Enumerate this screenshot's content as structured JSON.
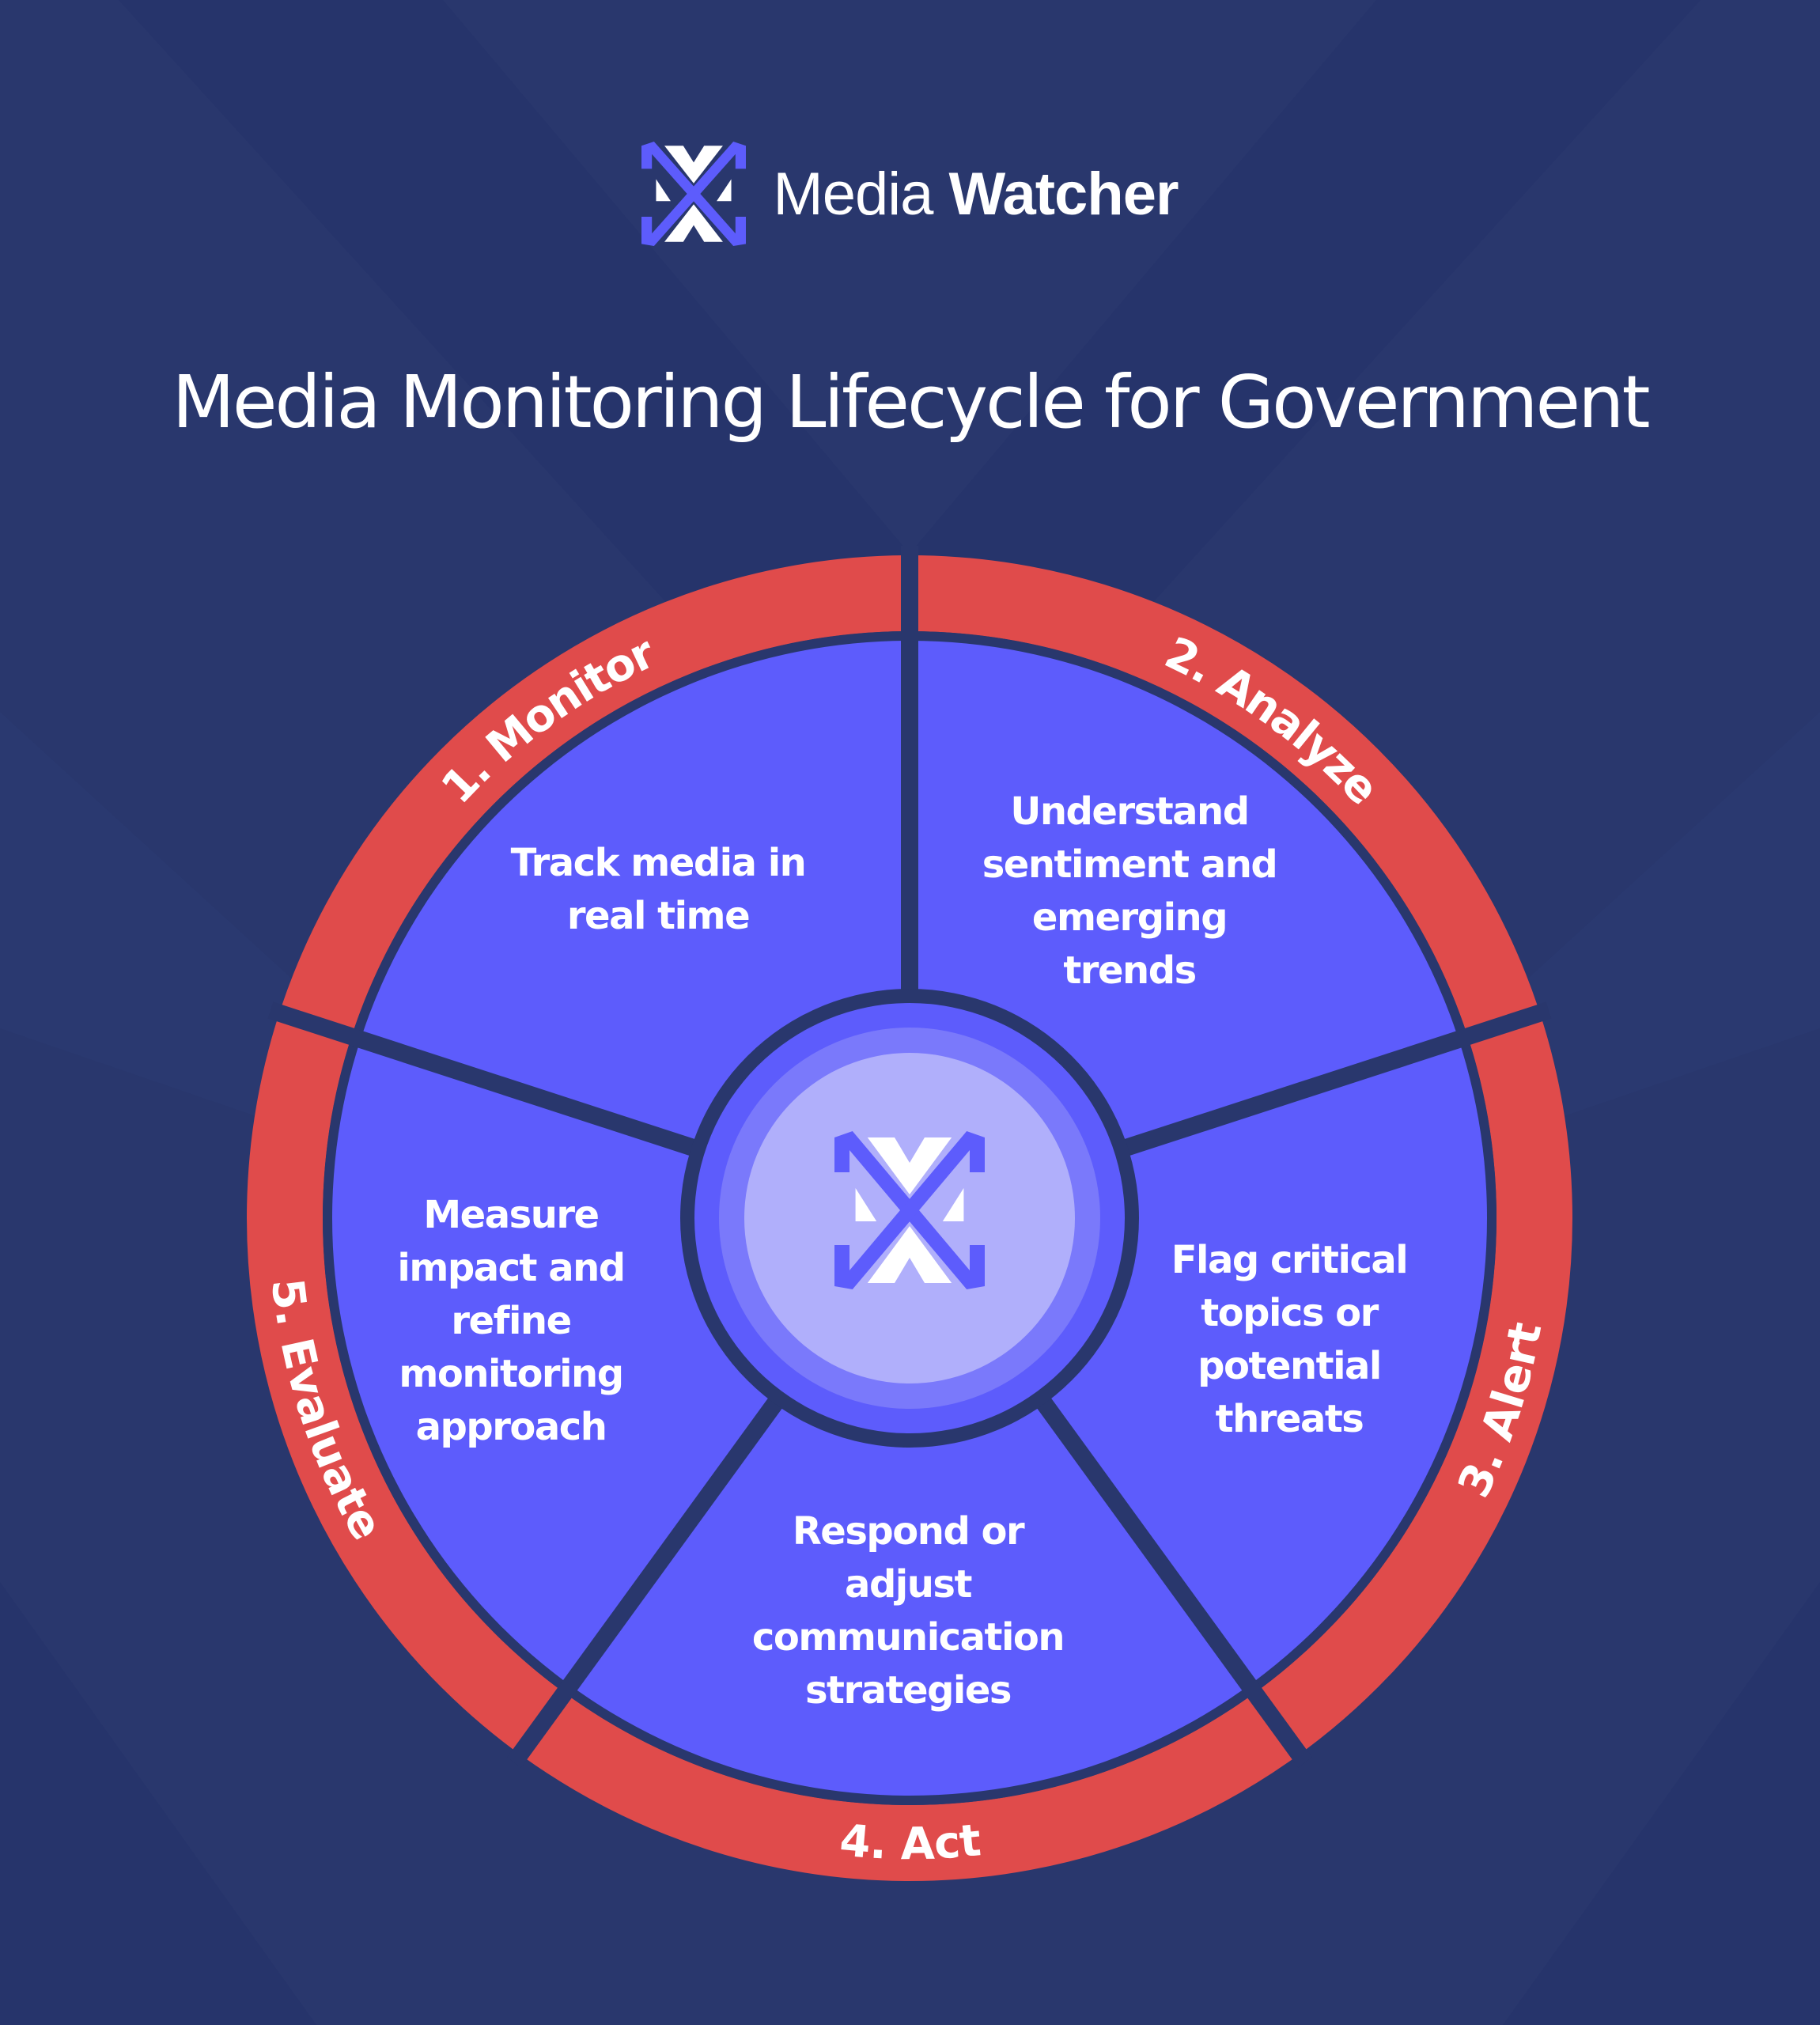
{
  "brand": {
    "name_light": "Media",
    "name_bold": "Watcher",
    "logo_icon": "media-watcher-x-arrows-icon"
  },
  "title": "Media Monitoring Lifecycle for Government",
  "colors": {
    "background": "#29376d",
    "background_band": "#26336a",
    "segment": "#5d5cfc",
    "ring": "#e04b4b",
    "divider": "#29376d",
    "hub_mid": "#7a79fb",
    "hub_light": "#b0affb",
    "logo_purple": "#5d5cfc",
    "text": "#ffffff"
  },
  "cycle": {
    "center_icon": "media-watcher-x-arrows-icon",
    "stages": [
      {
        "number": 1,
        "label": "1. Monitor",
        "description_lines": [
          "Track media in",
          "real time"
        ]
      },
      {
        "number": 2,
        "label": "2. Analyze",
        "description_lines": [
          "Understand",
          "sentiment and",
          "emerging",
          "trends"
        ]
      },
      {
        "number": 3,
        "label": "3. Alert",
        "description_lines": [
          "Flag critical",
          "topics or",
          "potential",
          "threats"
        ]
      },
      {
        "number": 4,
        "label": "4. Act",
        "description_lines": [
          "Respond or",
          "adjust",
          "communication",
          "strategies"
        ]
      },
      {
        "number": 5,
        "label": "5. Evaluate",
        "description_lines": [
          "Measure",
          "impact and",
          "refine",
          "monitoring",
          "approach"
        ]
      }
    ]
  }
}
